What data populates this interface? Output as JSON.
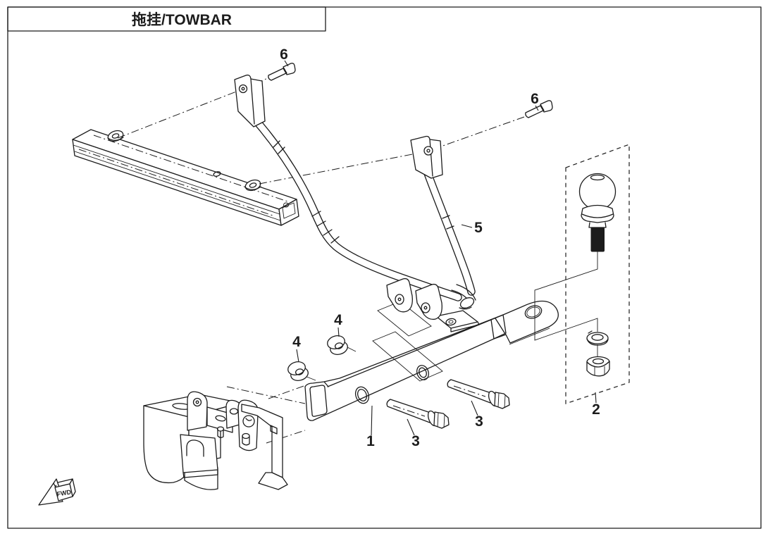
{
  "title": "拖挂/TOWBAR",
  "fwd_label": "FWD",
  "colors": {
    "line": "#1c1c1c",
    "background": "#ffffff"
  },
  "callouts": [
    {
      "label": "6",
      "part": "mounting-bolt-front-left"
    },
    {
      "label": "6",
      "part": "mounting-bolt-front-right"
    },
    {
      "label": "5",
      "part": "support-frame-tube"
    },
    {
      "label": "4",
      "part": "spacer-washer-left"
    },
    {
      "label": "4",
      "part": "spacer-washer-right"
    },
    {
      "label": "1",
      "part": "towbar-beam"
    },
    {
      "label": "3",
      "part": "flange-bolt-left"
    },
    {
      "label": "3",
      "part": "flange-bolt-right"
    },
    {
      "label": "2",
      "part": "hitch-ball-kit"
    }
  ]
}
